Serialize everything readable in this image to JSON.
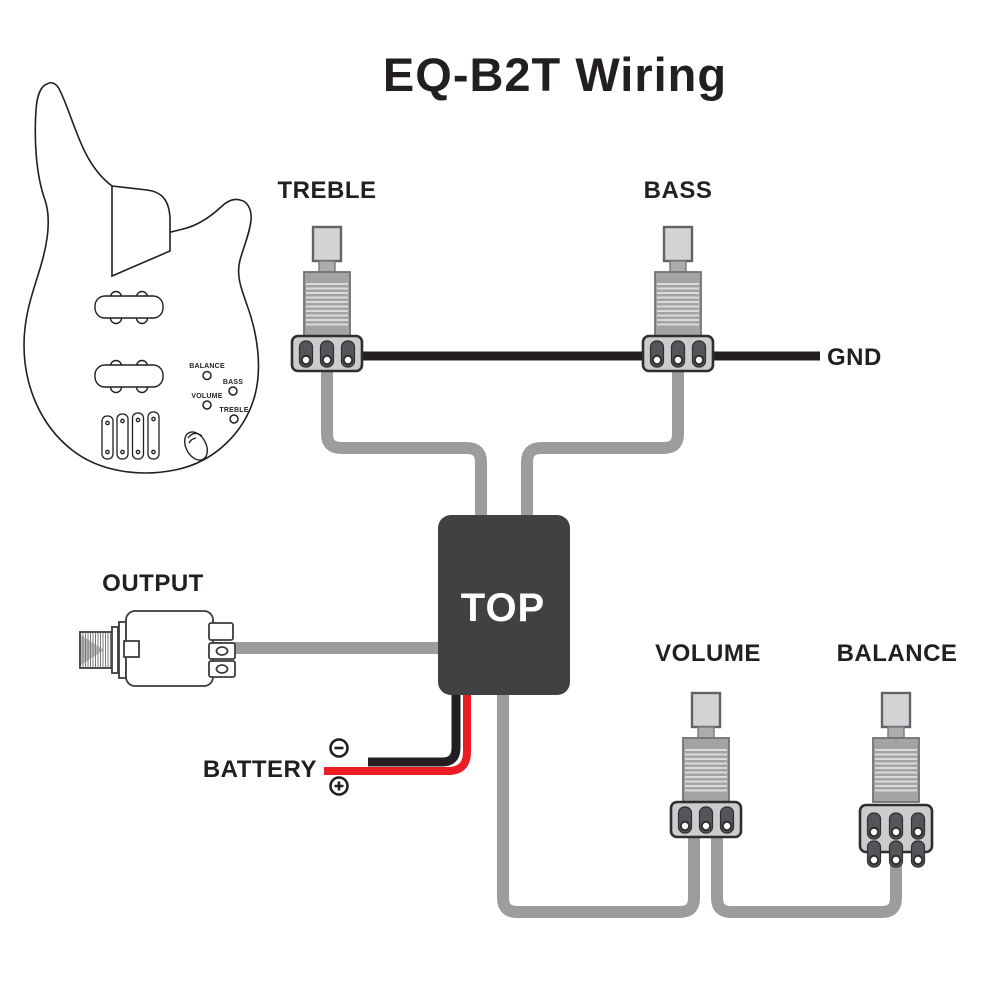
{
  "title": "EQ-B2T Wiring",
  "labels": {
    "treble": "TREBLE",
    "bass": "BASS",
    "gnd": "GND",
    "output": "OUTPUT",
    "battery": "BATTERY",
    "volume": "VOLUME",
    "balance": "BALANCE",
    "preamp_top": "TOP"
  },
  "battery": {
    "negative_symbol": "−",
    "positive_symbol": "+"
  },
  "guitar_mockup": {
    "labels": {
      "balance": "BALANCE",
      "bass": "BASS",
      "volume": "VOLUME",
      "treble": "TREBLE"
    }
  },
  "colors": {
    "signal_wire_gray": "#9b9c9e",
    "ground_wire_black": "#231f20",
    "battery_positive_red": "#ec1c24",
    "preamp_box": "#414042",
    "pot_body": "#cbccce",
    "text": "#231f20"
  },
  "connections": [
    {
      "from": "TREBLE pot",
      "to": "TOP preamp",
      "wire": "gray"
    },
    {
      "from": "BASS pot",
      "to": "TOP preamp",
      "wire": "gray"
    },
    {
      "from": "TREBLE pot lugs / BASS pot lugs",
      "to": "GND",
      "wire": "black"
    },
    {
      "from": "OUTPUT jack",
      "to": "TOP preamp",
      "wire": "gray"
    },
    {
      "from": "TOP preamp",
      "to": "VOLUME pot",
      "wire": "gray"
    },
    {
      "from": "VOLUME pot",
      "to": "BALANCE pot",
      "wire": "gray"
    },
    {
      "from": "BATTERY − / +",
      "to": "TOP preamp",
      "wire": "black and red"
    }
  ]
}
